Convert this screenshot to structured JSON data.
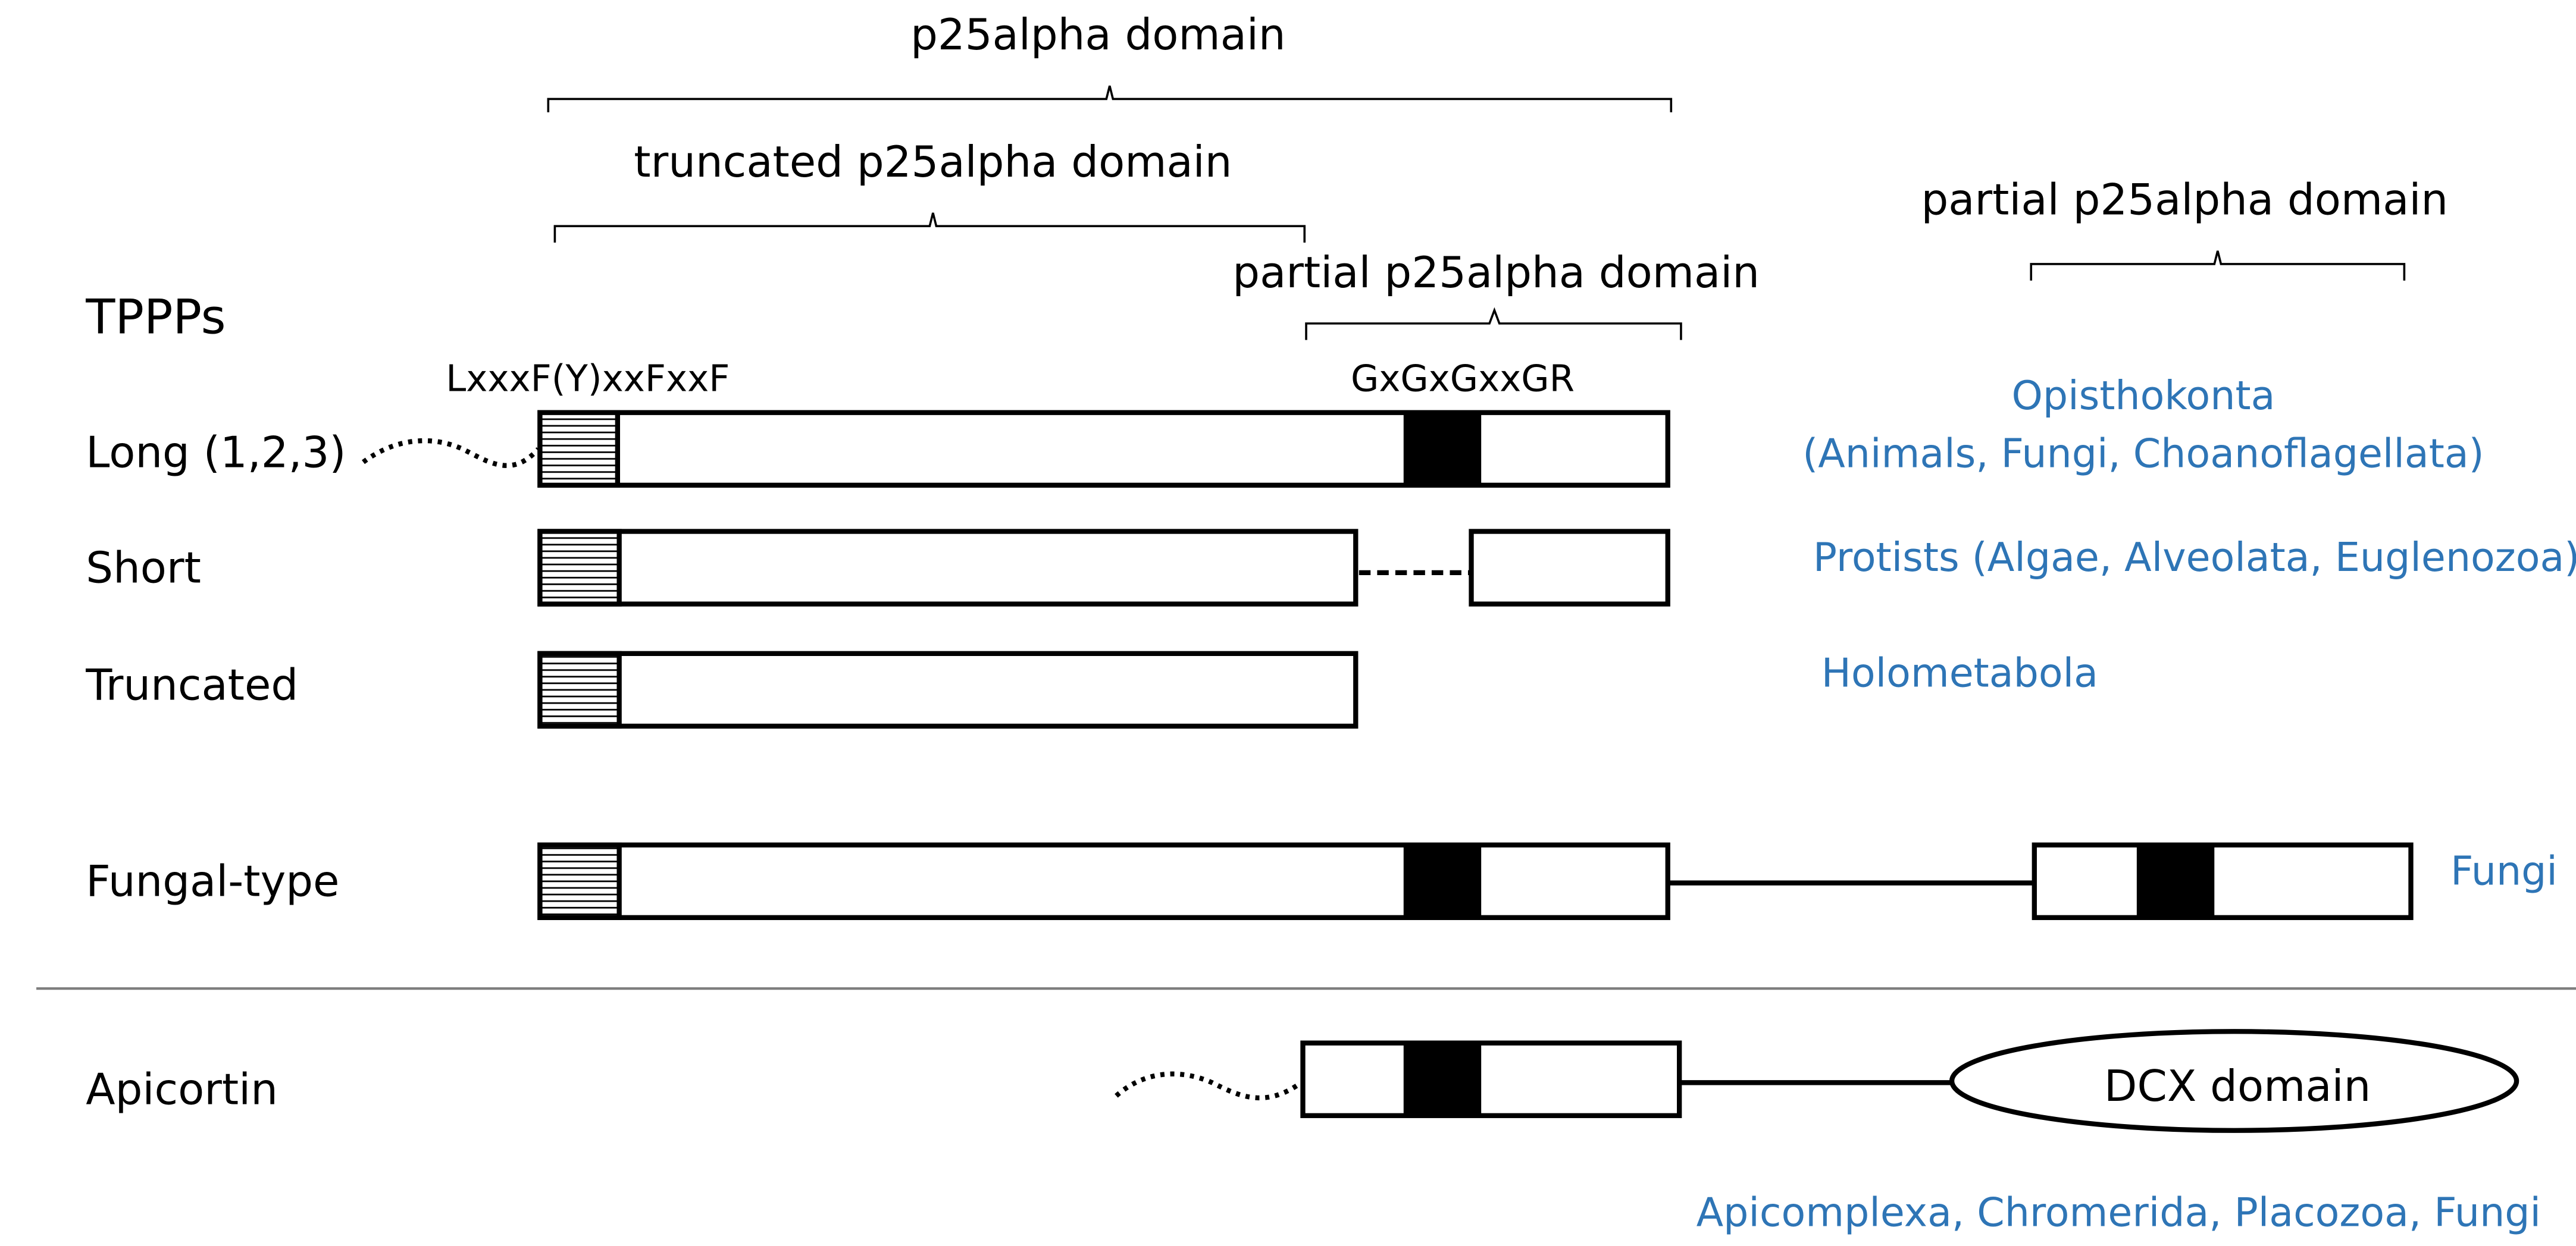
{
  "header": {
    "p25alpha_domain": "p25alpha domain",
    "truncated_domain": "truncated p25alpha domain",
    "partial_domain_middle": "partial p25alpha domain",
    "partial_domain_right": "partial p25alpha domain",
    "tppps": "TPPPs",
    "motif_left": "LxxxF(Y)xxFxxF",
    "motif_right": "GxGxGxxGR"
  },
  "rows": {
    "long": {
      "label": "Long (1,2,3)",
      "taxa_line1": "Opisthokonta",
      "taxa_line2": "(Animals, Fungi, Choanoflagellata)"
    },
    "short": {
      "label": "Short",
      "taxa": "Protists (Algae, Alveolata, Euglenozoa)"
    },
    "truncated": {
      "label": "Truncated",
      "taxa": "Holometabola"
    },
    "fungal": {
      "label": "Fungal-type",
      "taxa": "Fungi"
    },
    "apicortin": {
      "label": "Apicortin",
      "dcx": "DCX domain",
      "taxa": "Apicomplexa, Chromerida, Placozoa, Fungi"
    }
  },
  "colors": {
    "taxa_text": "#2e75b6",
    "outline": "#000000",
    "separator": "#7f7f7f"
  }
}
